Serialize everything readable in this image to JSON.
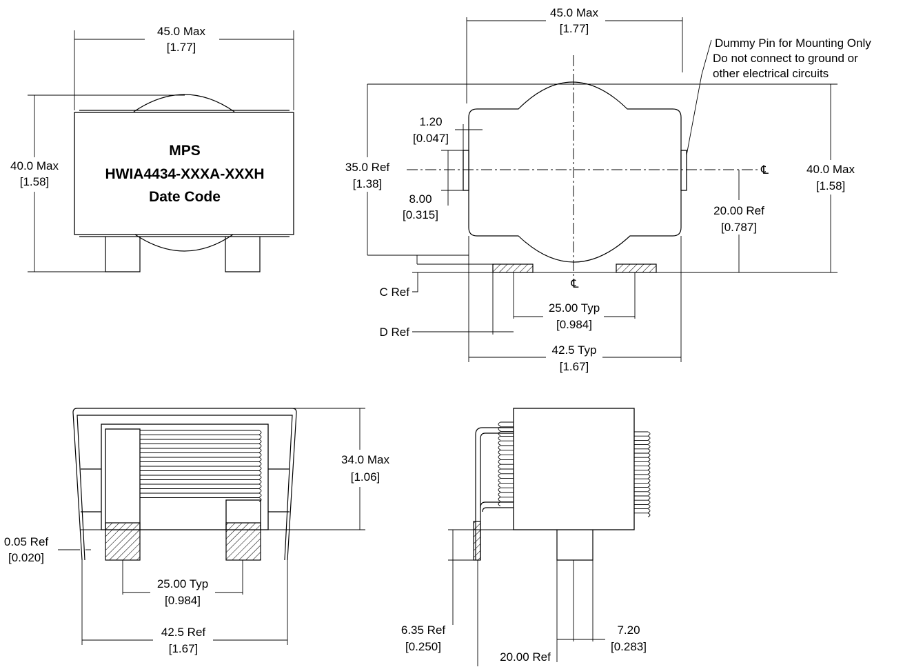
{
  "marking": {
    "line1": "MPS",
    "line2": "HWIA4434-XXXA-XXXH",
    "line3": "Date Code"
  },
  "front_view": {
    "width": {
      "label": "45.0 Max",
      "sub": "[1.77]"
    },
    "height": {
      "label": "40.0 Max",
      "sub": "[1.58]"
    }
  },
  "top_view": {
    "width": {
      "label": "45.0 Max",
      "sub": "[1.77]"
    },
    "height_right": {
      "label": "40.0 Max",
      "sub": "[1.58]"
    },
    "ref_height": {
      "label": "35.0 Ref",
      "sub": "[1.38]"
    },
    "pin_width": {
      "label": "1.20",
      "sub": "[0.047]"
    },
    "pin_length": {
      "label": "8.00",
      "sub": "[0.315]"
    },
    "pin_offset": {
      "label": "20.00 Ref",
      "sub": "[0.787]"
    },
    "pad_spacing": {
      "label": "25.00 Typ",
      "sub": "[0.984]"
    },
    "pad_span": {
      "label": "42.5 Typ",
      "sub": "[1.67]"
    },
    "c_ref": "C Ref",
    "d_ref": "D Ref",
    "centerline": "℄",
    "note": {
      "line1": "Dummy Pin for Mounting Only",
      "line2": "Do not connect to ground or",
      "line3": "other electrical circuits"
    }
  },
  "side_view": {
    "height": {
      "label": "34.0 Max",
      "sub": "[1.06]"
    },
    "thickness": {
      "label": "0.05 Ref",
      "sub": "[0.020]"
    },
    "pad_spacing": {
      "label": "25.00 Typ",
      "sub": "[0.984]"
    },
    "span": {
      "label": "42.5 Ref",
      "sub": "[1.67]"
    }
  },
  "end_view": {
    "lead_height": {
      "label": "6.35 Ref",
      "sub": "[0.250]"
    },
    "pin_width": {
      "label": "7.20",
      "sub": "[0.283]"
    },
    "offset": {
      "label": "20.00 Ref"
    }
  }
}
